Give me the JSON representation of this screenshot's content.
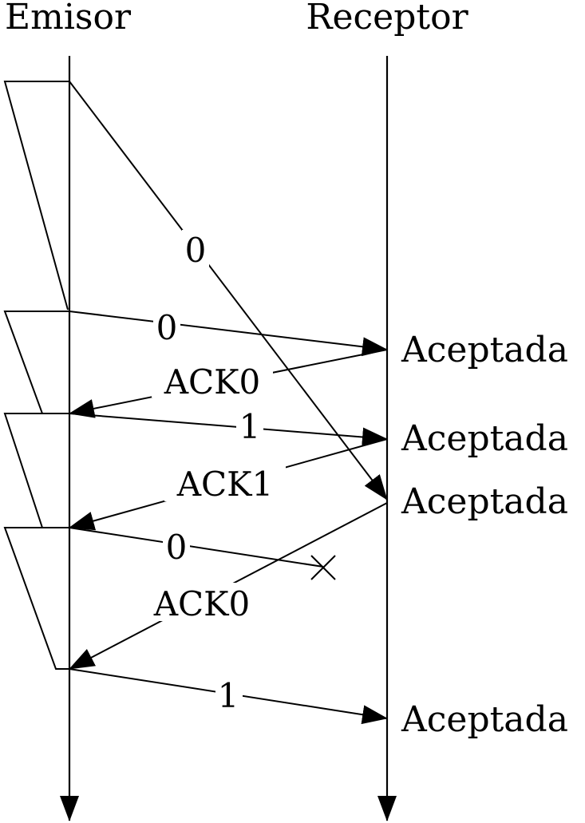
{
  "participants": {
    "sender": "Emisor",
    "receiver": "Receptor"
  },
  "messages": [
    {
      "id": "m1",
      "label": "0",
      "direction": "sender-to-receiver"
    },
    {
      "id": "m2",
      "label": "0",
      "direction": "sender-to-receiver"
    },
    {
      "id": "m3",
      "label": "ACK0",
      "direction": "receiver-to-sender"
    },
    {
      "id": "m4",
      "label": "1",
      "direction": "sender-to-receiver"
    },
    {
      "id": "m5",
      "label": "ACK1",
      "direction": "receiver-to-sender"
    },
    {
      "id": "m6",
      "label": "0",
      "direction": "sender-to-receiver",
      "lost": true
    },
    {
      "id": "m7",
      "label": "ACK0",
      "direction": "receiver-to-sender"
    },
    {
      "id": "m8",
      "label": "1",
      "direction": "sender-to-receiver"
    }
  ],
  "receiver_events": [
    "Aceptada",
    "Aceptada",
    "Aceptada",
    "Aceptada"
  ],
  "loss_marker": "×"
}
